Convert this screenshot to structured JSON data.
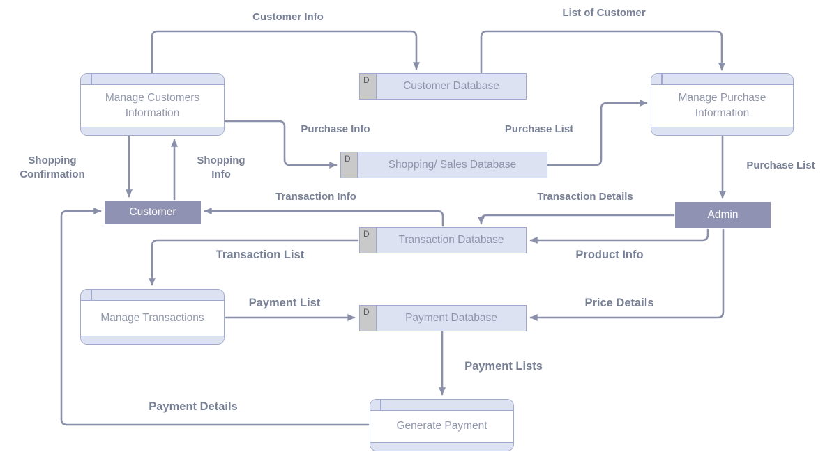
{
  "diagram": {
    "entities": {
      "customer": {
        "label": "Customer"
      },
      "admin": {
        "label": "Admin"
      }
    },
    "processes": {
      "manage_customers": {
        "label": "Manage Customers Information"
      },
      "manage_purchase": {
        "label": "Manage Purchase Information"
      },
      "manage_transactions": {
        "label": "Manage Transactions"
      },
      "generate_payment": {
        "label": "Generate Payment"
      }
    },
    "datastores": {
      "customer_db": {
        "id": "D",
        "label": "Customer Database"
      },
      "shopping_db": {
        "id": "D",
        "label": "Shopping/ Sales Database"
      },
      "transaction_db": {
        "id": "D",
        "label": "Transaction Database"
      },
      "payment_db": {
        "id": "D",
        "label": "Payment Database"
      }
    },
    "flows": {
      "customer_info": {
        "label": "Customer Info"
      },
      "list_of_customer": {
        "label": "List of Customer"
      },
      "purchase_info": {
        "label": "Purchase Info"
      },
      "purchase_list_mid": {
        "label": "Purchase List"
      },
      "purchase_list_right": {
        "label": "Purchase List"
      },
      "shopping_confirmation": {
        "label": "Shopping Confirmation"
      },
      "shopping_info": {
        "label": "Shopping Info"
      },
      "transaction_info": {
        "label": "Transaction Info"
      },
      "transaction_details": {
        "label": "Transaction Details"
      },
      "transaction_list": {
        "label": "Transaction List"
      },
      "product_info": {
        "label": "Product Info"
      },
      "payment_list": {
        "label": "Payment List"
      },
      "price_details": {
        "label": "Price Details"
      },
      "payment_lists": {
        "label": "Payment Lists"
      },
      "payment_details": {
        "label": "Payment Details"
      }
    },
    "colors": {
      "arrow": "#8a90aa",
      "flow_label_text": "#788096",
      "node_border": "#a0a9cc",
      "band_fill": "#dde2f2",
      "datastore_fill": "#dce2f2",
      "datastore_id_fill": "#c9c9c9",
      "entity_fill": "#8f92b3",
      "entity_text": "#ffffff",
      "node_text": "#9097ab"
    }
  }
}
